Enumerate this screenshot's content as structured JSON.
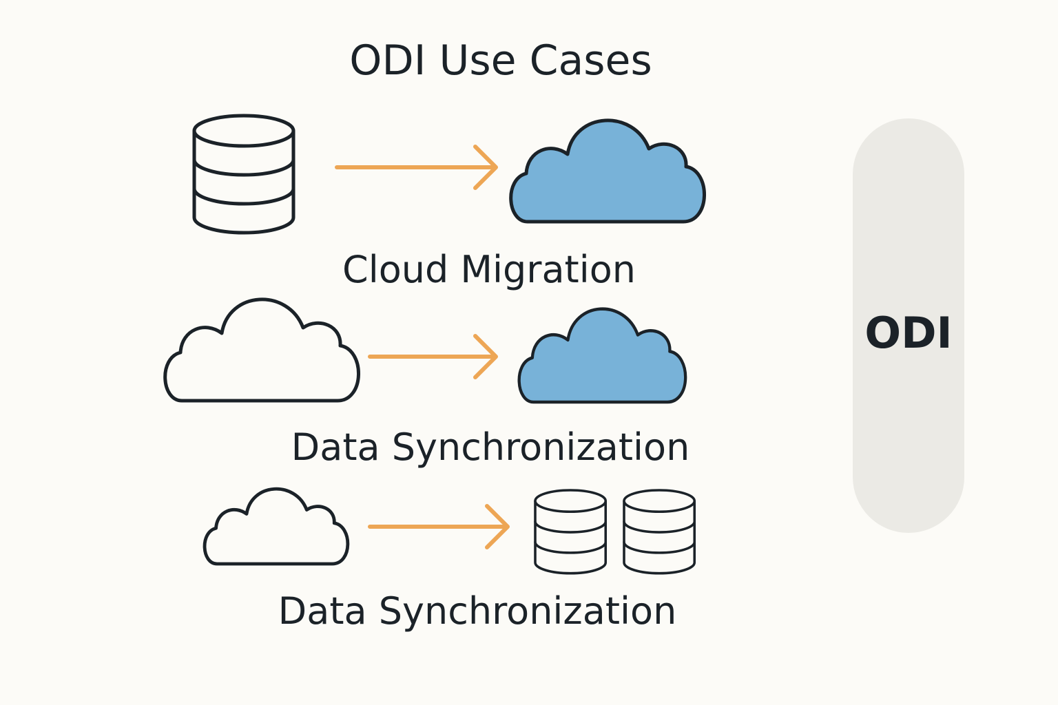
{
  "title": "ODI Use Cases",
  "colors": {
    "background": "#fcfbf7",
    "ink": "#1b2228",
    "arrow": "#eda655",
    "cloud_fill": "#78b2d8",
    "pill": "#ebeae5"
  },
  "side_pill": {
    "label": "ODI"
  },
  "use_cases": [
    {
      "source_icon": "database-icon",
      "target_icon": "cloud-filled-icon",
      "label": "Cloud Migration"
    },
    {
      "source_icon": "cloud-outline-icon",
      "target_icon": "cloud-filled-icon",
      "label": "Data Synchronization"
    },
    {
      "source_icon": "cloud-outline-icon",
      "target_icon": "database-icon",
      "label": "Data Synchronization"
    }
  ]
}
